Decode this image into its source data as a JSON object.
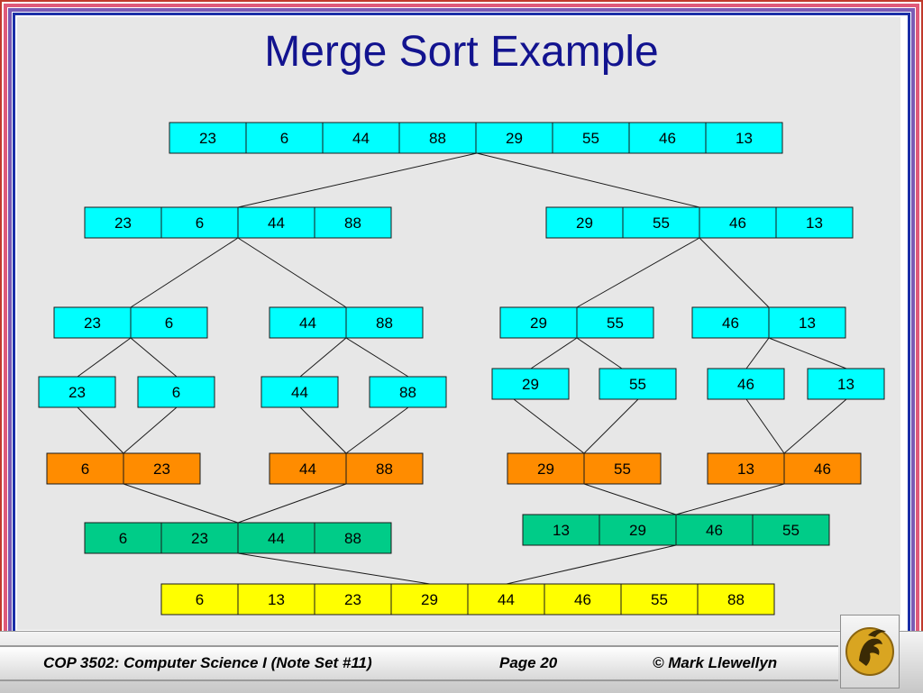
{
  "title": "Merge Sort Example",
  "colors": {
    "split": "#00ffff",
    "merged_pair": "#ff8c00",
    "merged_quad": "#00cc88",
    "final": "#ffff00"
  },
  "arrays": [
    {
      "kind": "split",
      "values": [
        "23",
        "6",
        "44",
        "88",
        "29",
        "55",
        "46",
        "13"
      ]
    },
    {
      "kind": "split",
      "values": [
        "23",
        "6",
        "44",
        "88"
      ]
    },
    {
      "kind": "split",
      "values": [
        "29",
        "55",
        "46",
        "13"
      ]
    },
    {
      "kind": "split",
      "values": [
        "23",
        "6"
      ]
    },
    {
      "kind": "split",
      "values": [
        "44",
        "88"
      ]
    },
    {
      "kind": "split",
      "values": [
        "29",
        "55"
      ]
    },
    {
      "kind": "split",
      "values": [
        "46",
        "13"
      ]
    },
    {
      "kind": "split",
      "values": [
        "23"
      ]
    },
    {
      "kind": "split",
      "values": [
        "6"
      ]
    },
    {
      "kind": "split",
      "values": [
        "44"
      ]
    },
    {
      "kind": "split",
      "values": [
        "88"
      ]
    },
    {
      "kind": "split",
      "values": [
        "29"
      ]
    },
    {
      "kind": "split",
      "values": [
        "55"
      ]
    },
    {
      "kind": "split",
      "values": [
        "46"
      ]
    },
    {
      "kind": "split",
      "values": [
        "13"
      ]
    },
    {
      "kind": "merged_pair",
      "values": [
        "6",
        "23"
      ]
    },
    {
      "kind": "merged_pair",
      "values": [
        "44",
        "88"
      ]
    },
    {
      "kind": "merged_pair",
      "values": [
        "29",
        "55"
      ]
    },
    {
      "kind": "merged_pair",
      "values": [
        "13",
        "46"
      ]
    },
    {
      "kind": "merged_quad",
      "values": [
        "6",
        "23",
        "44",
        "88"
      ]
    },
    {
      "kind": "merged_quad",
      "values": [
        "13",
        "29",
        "46",
        "55"
      ]
    },
    {
      "kind": "final",
      "values": [
        "6",
        "13",
        "23",
        "29",
        "44",
        "46",
        "55",
        "88"
      ]
    }
  ],
  "footer": {
    "course": "COP 3502: Computer Science I  (Note Set #11)",
    "page": "Page 20",
    "author": "© Mark Llewellyn"
  },
  "logo_icon": "pegasus-logo-icon"
}
